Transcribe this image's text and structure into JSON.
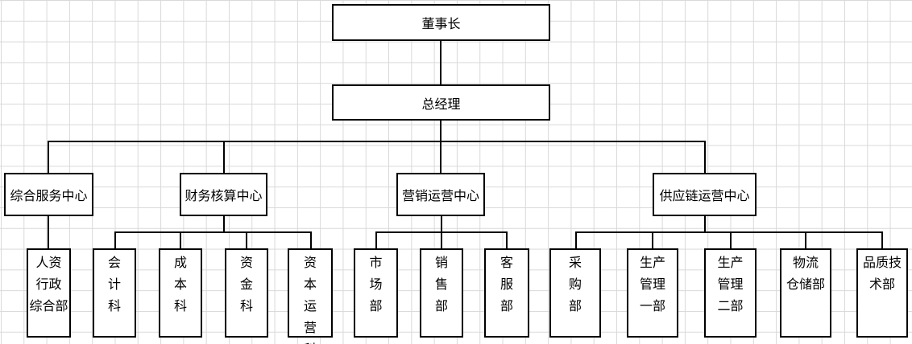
{
  "colors": {
    "background": "#ffffff",
    "grid_line": "#d9d9d9",
    "box_border": "#000000",
    "connector_line": "#000000",
    "text": "#000000"
  },
  "org_chart": {
    "type": "org-hierarchy-diagram",
    "levels": 4,
    "nodes": {
      "chairman": {
        "label": "董事长"
      },
      "general_manager": {
        "label": "总经理"
      },
      "centers": [
        {
          "id": "center-1",
          "label": "综合服务中心"
        },
        {
          "id": "center-2",
          "label": "财务核算中心"
        },
        {
          "id": "center-3",
          "label": "营销运营中心"
        },
        {
          "id": "center-4",
          "label": "供应链运营中心"
        }
      ],
      "departments": [
        {
          "id": "dept-1",
          "name": "人资行政综合部",
          "label": "人资\n行政\n综合部",
          "parent": "综合服务中心"
        },
        {
          "id": "dept-2",
          "name": "会计科",
          "label": "会\n计\n科",
          "parent": "财务核算中心"
        },
        {
          "id": "dept-3",
          "name": "成本科",
          "label": "成\n本\n科",
          "parent": "财务核算中心"
        },
        {
          "id": "dept-4",
          "name": "资金科",
          "label": "资\n金\n科",
          "parent": "财务核算中心"
        },
        {
          "id": "dept-5",
          "name": "资本运营科",
          "label": "资\n本\n运\n营\n科",
          "parent": "财务核算中心"
        },
        {
          "id": "dept-6",
          "name": "市场部",
          "label": "市\n场\n部",
          "parent": "营销运营中心"
        },
        {
          "id": "dept-7",
          "name": "销售部",
          "label": "销\n售\n部",
          "parent": "营销运营中心"
        },
        {
          "id": "dept-8",
          "name": "客服部",
          "label": "客\n服\n部",
          "parent": "营销运营中心"
        },
        {
          "id": "dept-9",
          "name": "采购部",
          "label": "采\n购\n部",
          "parent": "供应链运营中心"
        },
        {
          "id": "dept-10",
          "name": "生产管理一部",
          "label": "生产\n管理\n一部",
          "parent": "供应链运营中心"
        },
        {
          "id": "dept-11",
          "name": "生产管理二部",
          "label": "生产\n管理\n二部",
          "parent": "供应链运营中心"
        },
        {
          "id": "dept-12",
          "name": "物流仓储部",
          "label": "物流\n仓储部",
          "parent": "供应链运营中心"
        },
        {
          "id": "dept-13",
          "name": "品质技术部",
          "label": "品质技\n术部",
          "parent": "供应链运营中心"
        }
      ]
    },
    "hierarchy": {
      "董事长": [
        "总经理"
      ],
      "总经理": [
        "综合服务中心",
        "财务核算中心",
        "营销运营中心",
        "供应链运营中心"
      ],
      "综合服务中心": [
        "人资行政综合部"
      ],
      "财务核算中心": [
        "会计科",
        "成本科",
        "资金科",
        "资本运营科"
      ],
      "营销运营中心": [
        "市场部",
        "销售部",
        "客服部"
      ],
      "供应链运营中心": [
        "采购部",
        "生产管理一部",
        "生产管理二部",
        "物流仓储部",
        "品质技术部"
      ]
    }
  }
}
